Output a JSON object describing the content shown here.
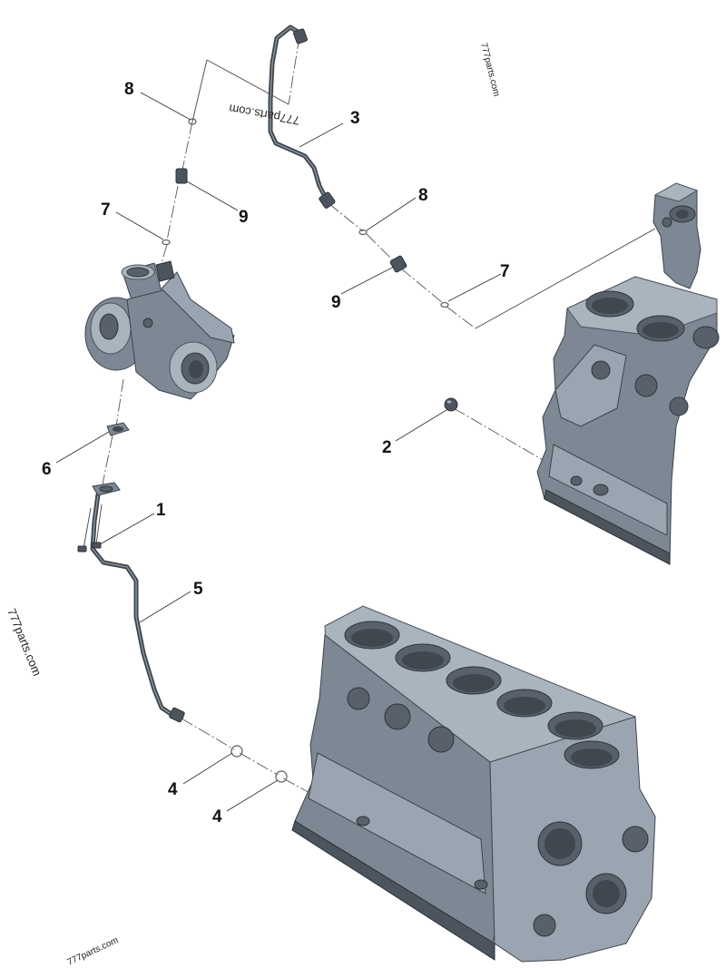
{
  "callouts": [
    {
      "id": "c8a",
      "label": "8"
    },
    {
      "id": "c3",
      "label": "3"
    },
    {
      "id": "c9a",
      "label": "9"
    },
    {
      "id": "c7a",
      "label": "7"
    },
    {
      "id": "c8b",
      "label": "8"
    },
    {
      "id": "c7b",
      "label": "7"
    },
    {
      "id": "c9b",
      "label": "9"
    },
    {
      "id": "c2",
      "label": "2"
    },
    {
      "id": "c6",
      "label": "6"
    },
    {
      "id": "c1",
      "label": "1"
    },
    {
      "id": "c5",
      "label": "5"
    },
    {
      "id": "c4a",
      "label": "4"
    },
    {
      "id": "c4b",
      "label": "4"
    }
  ],
  "watermarks": {
    "top_center": "777parts.com",
    "top_right": "777parts.com",
    "left_side": "777parts.com",
    "bottom_left": "777parts.com"
  },
  "colors": {
    "part_metal": "#7d8894",
    "part_dark": "#4c555e",
    "background": "#ffffff"
  }
}
